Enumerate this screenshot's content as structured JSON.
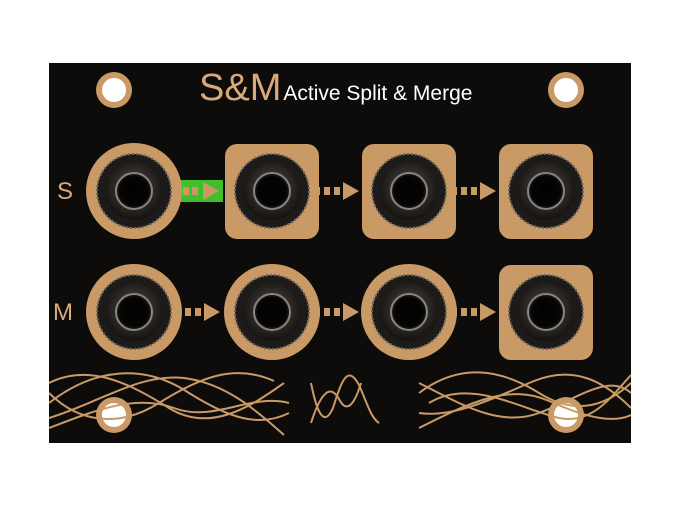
{
  "module": {
    "brand": "S&M",
    "subtitle": "Active Split & Merge",
    "rows": [
      {
        "label": "S",
        "jacks": 4
      },
      {
        "label": "M",
        "jacks": 4
      }
    ],
    "indicator_lit": "row-s-connector-1"
  },
  "colors": {
    "panel": "#0d0c0b",
    "gold": "#d9a977",
    "pad": "#c99a66",
    "led_green": "#3fbf2a",
    "text_white": "#ffffff"
  }
}
